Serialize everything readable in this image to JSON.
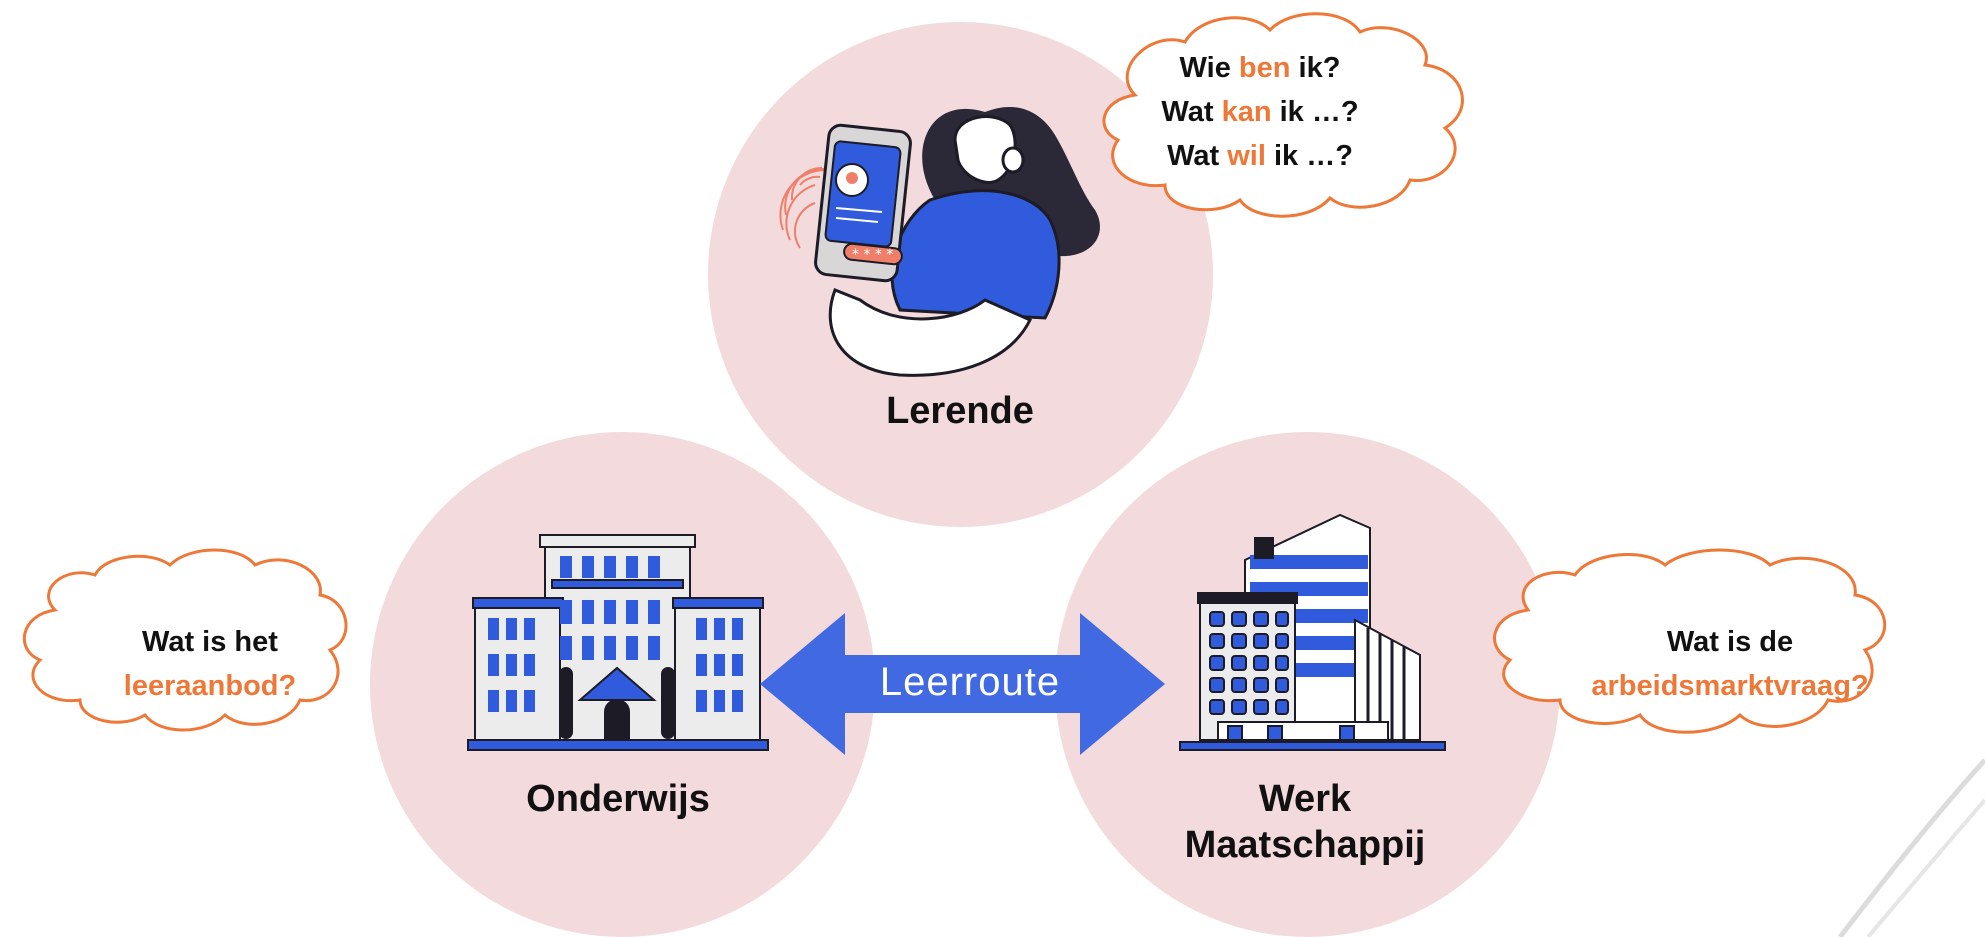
{
  "nodes": {
    "lerende": {
      "label": "Lerende"
    },
    "onderwijs": {
      "label": "Onderwijs"
    },
    "werk": {
      "label_line1": "Werk",
      "label_line2": "Maatschappij"
    }
  },
  "clouds": {
    "top": {
      "line1": {
        "pre": "Wie ",
        "hl": "ben",
        "post": " ik?"
      },
      "line2": {
        "pre": "Wat ",
        "hl": "kan",
        "post": " ik …?"
      },
      "line3": {
        "pre": "Wat ",
        "hl": "wil",
        "post": " ik …?"
      }
    },
    "left": {
      "line1": "Wat is het",
      "line2": "leeraanbod?"
    },
    "right": {
      "line1": "Wat is de",
      "line2": "arbeidsmarktvraag?"
    }
  },
  "arrow": {
    "label": "Leerroute"
  },
  "colors": {
    "circle": "#f3dadc",
    "accent_orange": "#ee7838",
    "arrow_blue": "#4169e1",
    "illustration_blue": "#2f5bdc"
  },
  "icons": [
    "woman-with-phone-illustration",
    "school-building-icon",
    "office-building-icon",
    "fingerprint-icon"
  ]
}
